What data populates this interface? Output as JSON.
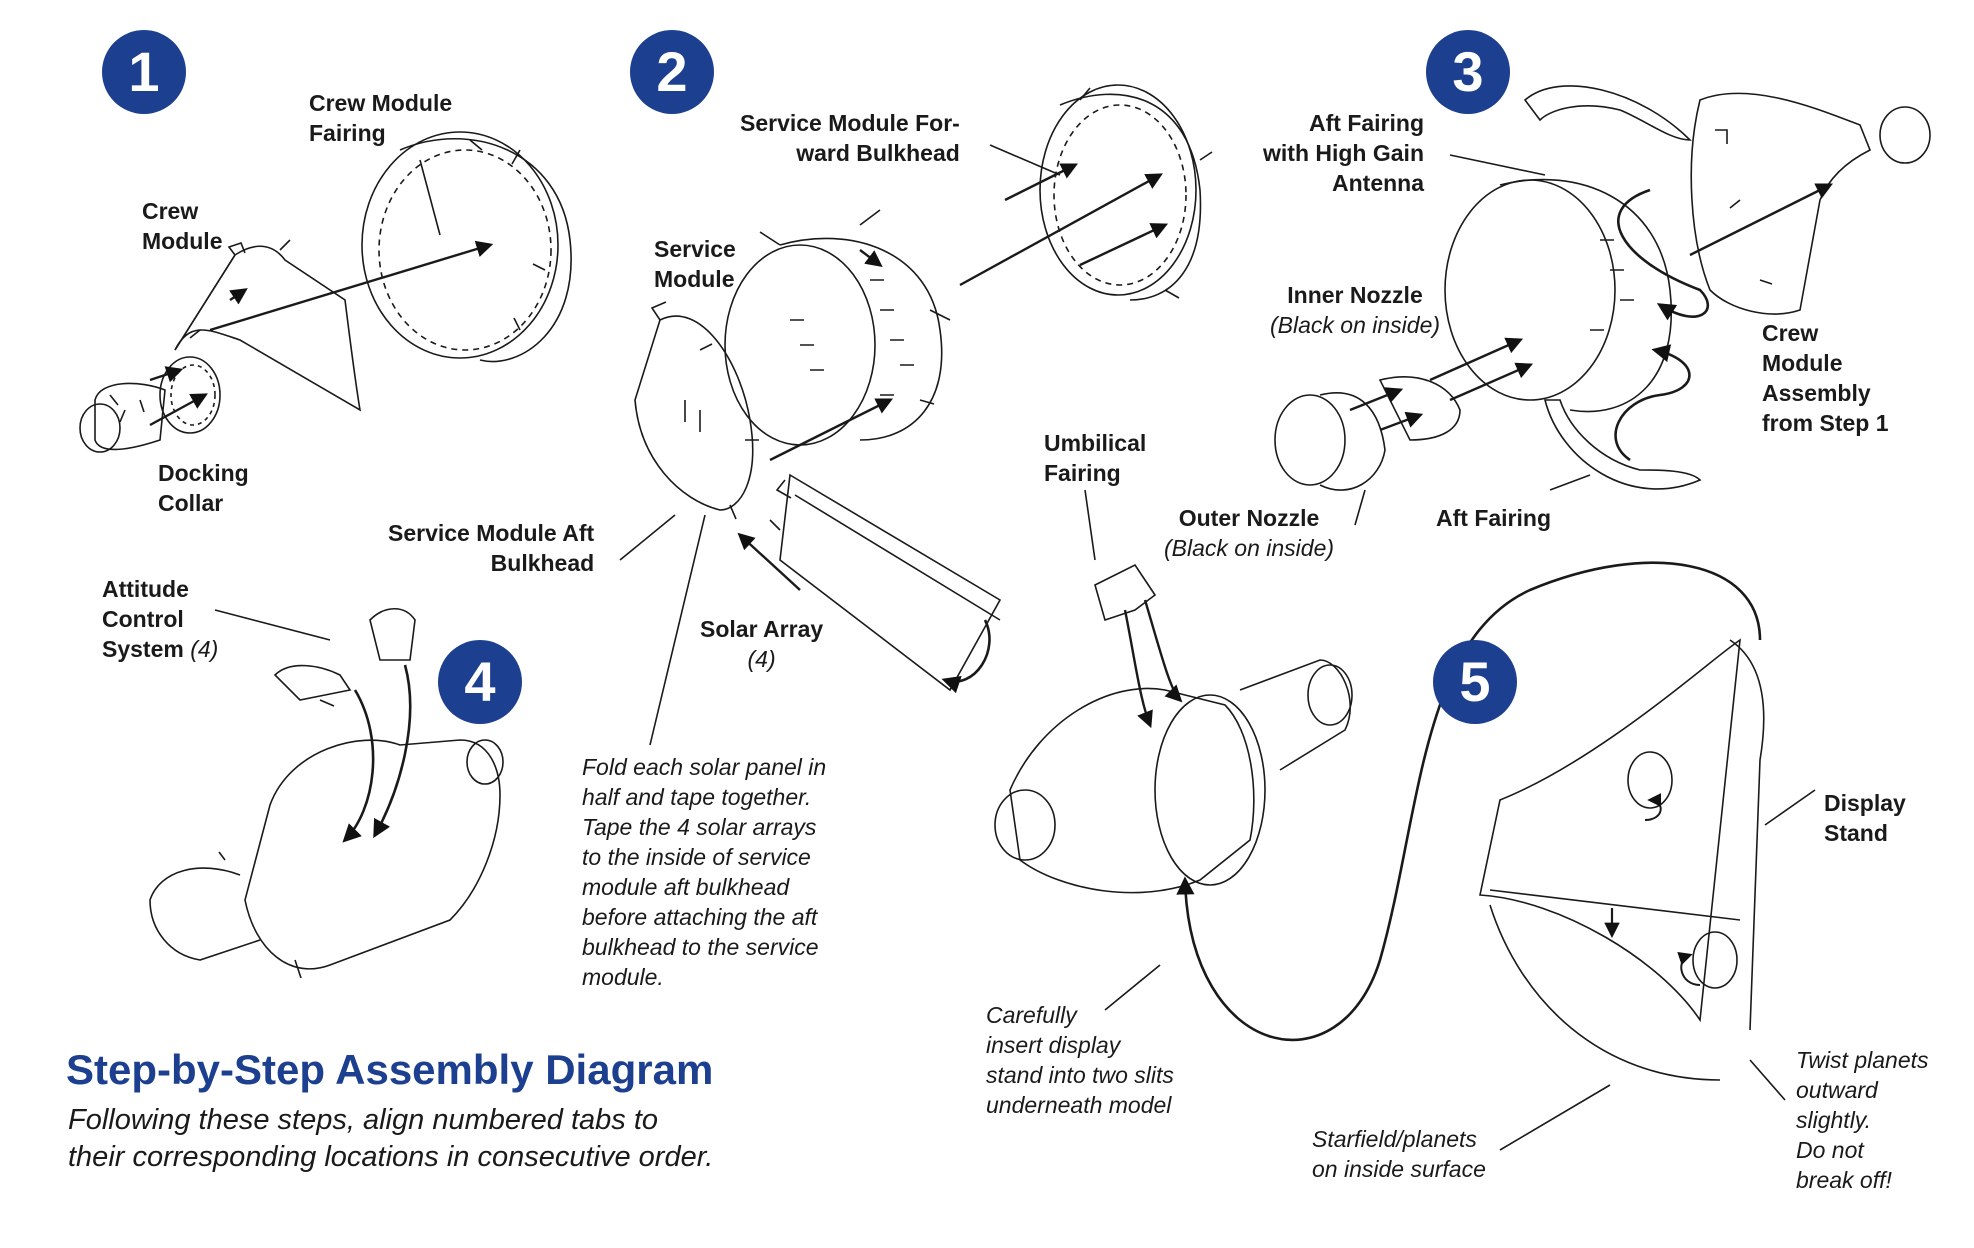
{
  "steps": [
    "1",
    "2",
    "3",
    "4",
    "5"
  ],
  "labels": {
    "crew_module_fairing": [
      "Crew Module",
      "Fairing"
    ],
    "crew_module": [
      "Crew",
      "Module"
    ],
    "docking_collar": [
      "Docking",
      "Collar"
    ],
    "service_module": [
      "Service",
      "Module"
    ],
    "service_module_forward_bulkhead": [
      "Service Module For-",
      "ward Bulkhead"
    ],
    "service_module_aft_bulkhead": [
      "Service Module Aft",
      "Bulkhead"
    ],
    "solar_array": "Solar Array",
    "solar_array_count": "(4)",
    "aft_fairing_high_gain": [
      "Aft Fairing",
      "with High Gain",
      "Antenna"
    ],
    "inner_nozzle": "Inner Nozzle",
    "inner_nozzle_note": "(Black on inside)",
    "crew_module_assembly": [
      "Crew",
      "Module",
      "Assembly",
      "from Step 1"
    ],
    "outer_nozzle": "Outer Nozzle",
    "outer_nozzle_note": "(Black on inside)",
    "aft_fairing": "Aft Fairing",
    "umbilical_fairing": [
      "Umbilical",
      "Fairing"
    ],
    "attitude_control": [
      "Attitude",
      "Control",
      "System"
    ],
    "attitude_control_count": "(4)",
    "display_stand": [
      "Display",
      "Stand"
    ]
  },
  "notes": {
    "solar_fold": [
      "Fold each solar panel in",
      "half and tape together.",
      "Tape the 4 solar arrays",
      "to the inside of service",
      "module aft bulkhead",
      "before attaching the aft",
      "bulkhead to the service",
      "module."
    ],
    "insert_stand": [
      "Carefully",
      "insert display",
      "stand into two slits",
      "underneath model"
    ],
    "starfield": [
      "Starfield/planets",
      "on inside surface"
    ],
    "twist_planets": [
      "Twist planets",
      "outward",
      "slightly.",
      "Do not",
      "break off!"
    ]
  },
  "title": "Step-by-Step Assembly Diagram",
  "subtitle": [
    "Following these steps, align numbered tabs to",
    "their corresponding locations in consecutive order."
  ],
  "colors": {
    "accent": "#1d3f8f",
    "ink": "#1a1a1a"
  }
}
